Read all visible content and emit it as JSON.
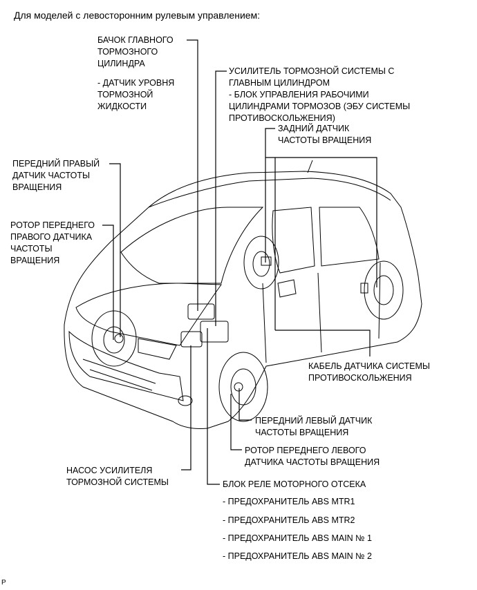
{
  "title": "Для моделей с левосторонним рулевым управлением:",
  "labels": {
    "reservoir": "БАЧОК ГЛАВНОГО\nТОРМОЗНОГО\nЦИЛИНДРА",
    "level_sensor": "- ДАТЧИК УРОВНЯ\nТОРМОЗНОЙ\nЖИДКОСТИ",
    "booster": "УСИЛИТЕЛЬ ТОРМОЗНОЙ СИСТЕМЫ С\nГЛАВНЫМ ЦИЛИНДРОМ\n- БЛОК УПРАВЛЕНИЯ РАБОЧИМИ\nЦИЛИНДРАМИ ТОРМОЗОВ (ЭБУ СИСТЕМЫ\nПРОТИВОСКОЛЬЖЕНИЯ)",
    "rear_sensor": "ЗАДНИЙ ДАТЧИК\nЧАСТОТЫ ВРАЩЕНИЯ",
    "front_right_sensor": "ПЕРЕДНИЙ ПРАВЫЙ\nДАТЧИК ЧАСТОТЫ\nВРАЩЕНИЯ",
    "front_right_rotor": "РОТОР ПЕРЕДНЕГО\nПРАВОГО ДАТЧИКА\nЧАСТОТЫ\nВРАЩЕНИЯ",
    "skid_cable": "КАБЕЛЬ ДАТЧИКА СИСТЕМЫ\nПРОТИВОСКОЛЬЖЕНИЯ",
    "front_left_sensor": "ПЕРЕДНИЙ ЛЕВЫЙ ДАТЧИК\nЧАСТОТЫ ВРАЩЕНИЯ",
    "front_left_rotor": "РОТОР ПЕРЕДНЕГО ЛЕВОГО\nДАТЧИКА ЧАСТОТЫ ВРАЩЕНИЯ",
    "pump": "НАСОС УСИЛИТЕЛЯ\nТОРМОЗНОЙ СИСТЕМЫ",
    "relay_block": "БЛОК РЕЛЕ МОТОРНОГО ОТСЕКА",
    "fuse1": "- ПРЕДОХРАНИТЕЛЬ ABS MTR1",
    "fuse2": "- ПРЕДОХРАНИТЕЛЬ ABS MTR2",
    "fuse3": "- ПРЕДОХРАНИТЕЛЬ ABS MAIN № 1",
    "fuse4": "- ПРЕДОХРАНИТЕЛЬ ABS MAIN № 2"
  },
  "corner_mark": "P"
}
